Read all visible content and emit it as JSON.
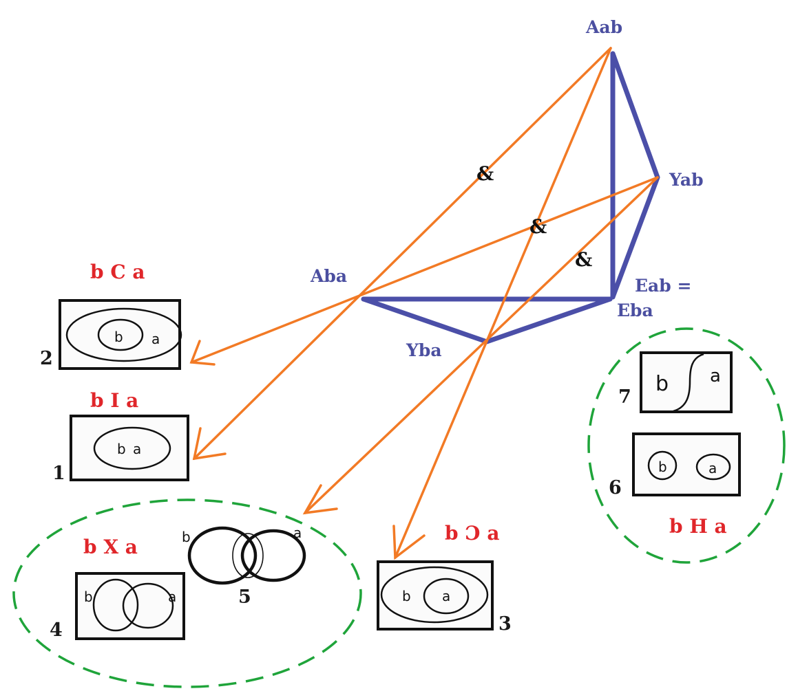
{
  "diagram": {
    "colors": {
      "vertex_label": "#4b4fa0",
      "relation_label": "#e0262a",
      "square_edge": "#4b4fa8",
      "arrow": "#f27a25",
      "group_outline": "#1fa43a",
      "box_outline": "#111111"
    },
    "vertices": {
      "aab": "Aab",
      "yab": "Yab",
      "eab": "Eab =",
      "eba": "Eba",
      "aba": "Aba",
      "yba": "Yba"
    },
    "conjunction_symbol": "&",
    "relations": {
      "bCa": "b C a",
      "bIa": "b I a",
      "bXa": "b X a",
      "bRevCa": "b Ɔ a",
      "bHa": "b H a"
    },
    "boxes": [
      {
        "number": "1",
        "set_b": "b",
        "set_a": "a"
      },
      {
        "number": "2",
        "set_b": "b",
        "set_a": "a"
      },
      {
        "number": "3",
        "set_b": "b",
        "set_a": "a"
      },
      {
        "number": "4",
        "set_b": "b",
        "set_a": "a"
      },
      {
        "number": "5",
        "set_b": "b",
        "set_a": "a"
      },
      {
        "number": "6",
        "set_b": "b",
        "set_a": "a"
      },
      {
        "number": "7",
        "set_b": "b",
        "set_a": "a"
      }
    ]
  }
}
